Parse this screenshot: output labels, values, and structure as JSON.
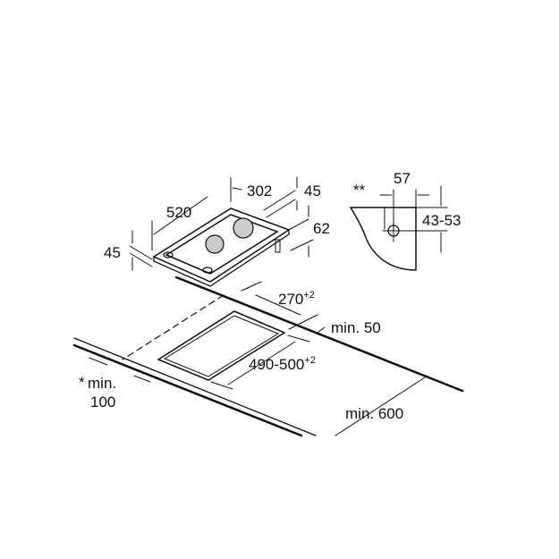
{
  "hob": {
    "width": "302",
    "depth": "520",
    "height_above_top": "45",
    "depth_right": "45",
    "right_height": "62",
    "left_height": "45"
  },
  "gas_detail": {
    "marker": "**",
    "offset": "57",
    "height_range": "43-53"
  },
  "cutout": {
    "width": "270",
    "width_tol": "+2",
    "depth": "490-500",
    "depth_tol": "+2",
    "min_back": "min. 50",
    "min_front_star": "*",
    "min_front_a": "min.",
    "min_front_b": "100",
    "min_worktop": "min. 600"
  }
}
